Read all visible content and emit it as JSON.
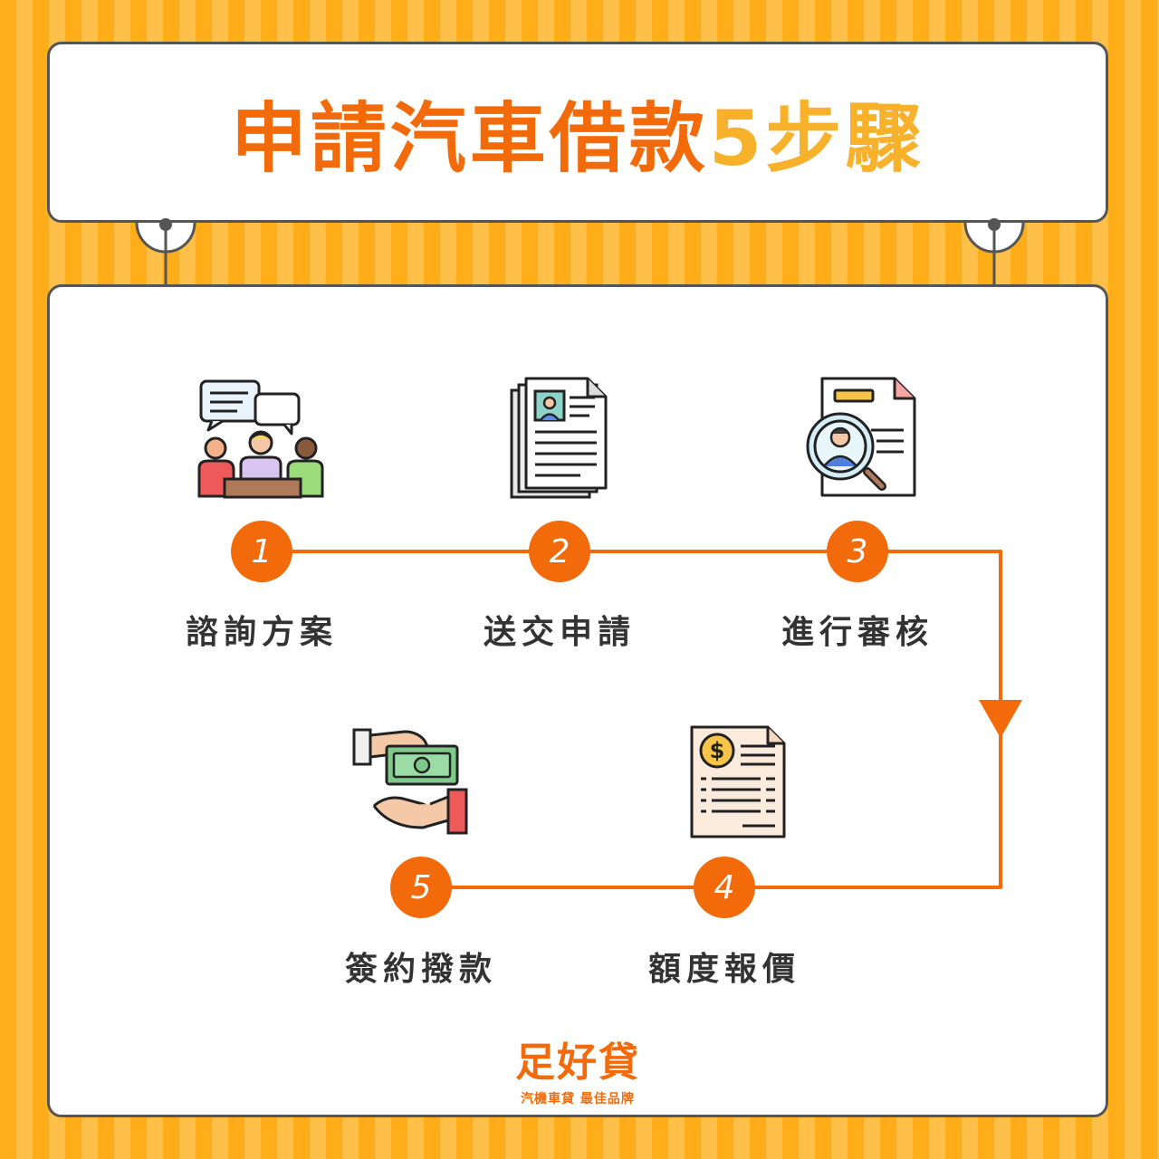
{
  "title": {
    "part1": "申請汽車借款",
    "part2": "5步驟"
  },
  "steps": [
    {
      "num": "1",
      "label": "諮詢方案",
      "icon": "consultation-meeting-icon"
    },
    {
      "num": "2",
      "label": "送交申請",
      "icon": "application-document-icon"
    },
    {
      "num": "3",
      "label": "進行審核",
      "icon": "document-review-magnifier-icon"
    },
    {
      "num": "4",
      "label": "額度報價",
      "icon": "quotation-invoice-icon"
    },
    {
      "num": "5",
      "label": "簽約撥款",
      "icon": "cash-handover-icon"
    }
  ],
  "brand": {
    "name": "足好貸",
    "tagline": "汽機車貸  最佳品牌"
  },
  "colors": {
    "accent": "#F26A0A",
    "accent_light": "#F7B12A",
    "stripe_a": "#FFAE1A",
    "stripe_b": "#FFC04A"
  }
}
